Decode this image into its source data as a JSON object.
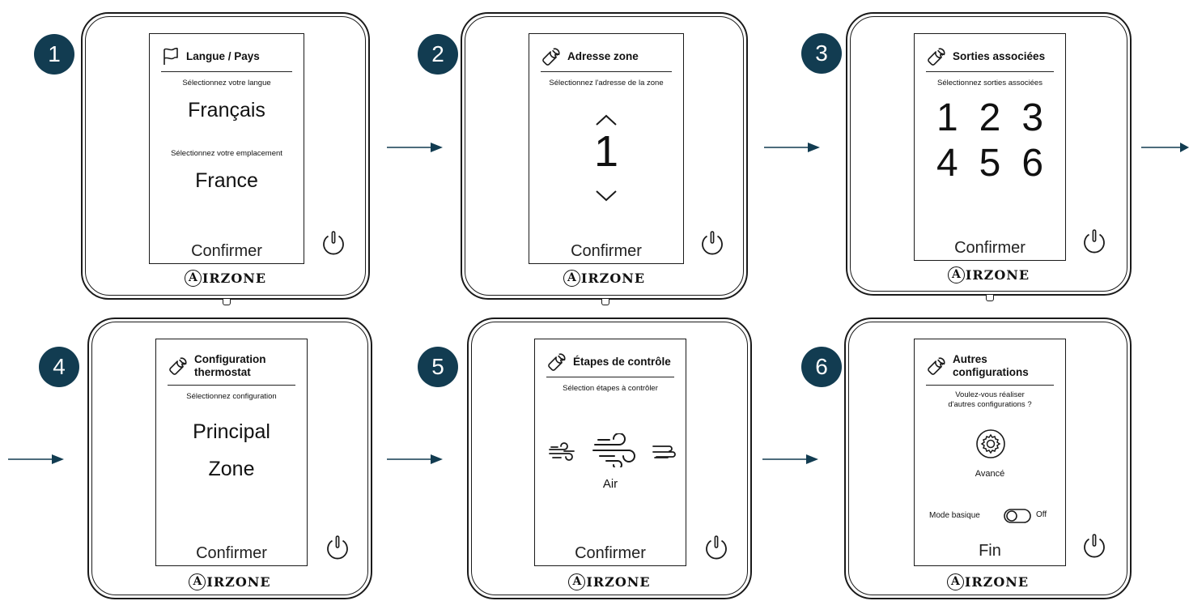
{
  "colors": {
    "badge": "#123c51",
    "line": "#1a1a1a"
  },
  "brand": {
    "logo_letter": "A",
    "logo_rest": "IRZONE"
  },
  "steps": [
    {
      "number": "1",
      "title": "Langue / Pays",
      "icon": "flag-icon",
      "subtitle": "Sélectionnez votre langue",
      "value1": "Français",
      "subtitle2": "Sélectionnez votre emplacement",
      "value2": "France",
      "button": "Confirmer"
    },
    {
      "number": "2",
      "title": "Adresse zone",
      "icon": "wrench-icon",
      "subtitle": "Sélectionnez l'adresse de la zone",
      "value": "1",
      "button": "Confirmer"
    },
    {
      "number": "3",
      "title": "Sorties associées",
      "icon": "wrench-icon",
      "subtitle": "Sélectionnez sorties associées",
      "outputs": [
        "1",
        "2",
        "3",
        "4",
        "5",
        "6"
      ],
      "button": "Confirmer"
    },
    {
      "number": "4",
      "title": "Configuration\nthermostat",
      "icon": "wrench-icon",
      "subtitle": "Sélectionnez configuration",
      "value1": "Principal",
      "value2": "Zone",
      "button": "Confirmer"
    },
    {
      "number": "5",
      "title": "Étapes de contrôle",
      "icon": "wrench-icon",
      "subtitle": "Sélection étapes à contrôler",
      "value": "Air",
      "button": "Confirmer"
    },
    {
      "number": "6",
      "title": "Autres\nconfigurations",
      "icon": "wrench-icon",
      "subtitle": "Voulez-vous réaliser\nd'autres configurations ?",
      "advanced_label": "Avancé",
      "basic_label": "Mode basique",
      "toggle_state": "Off",
      "button": "Fin"
    }
  ]
}
